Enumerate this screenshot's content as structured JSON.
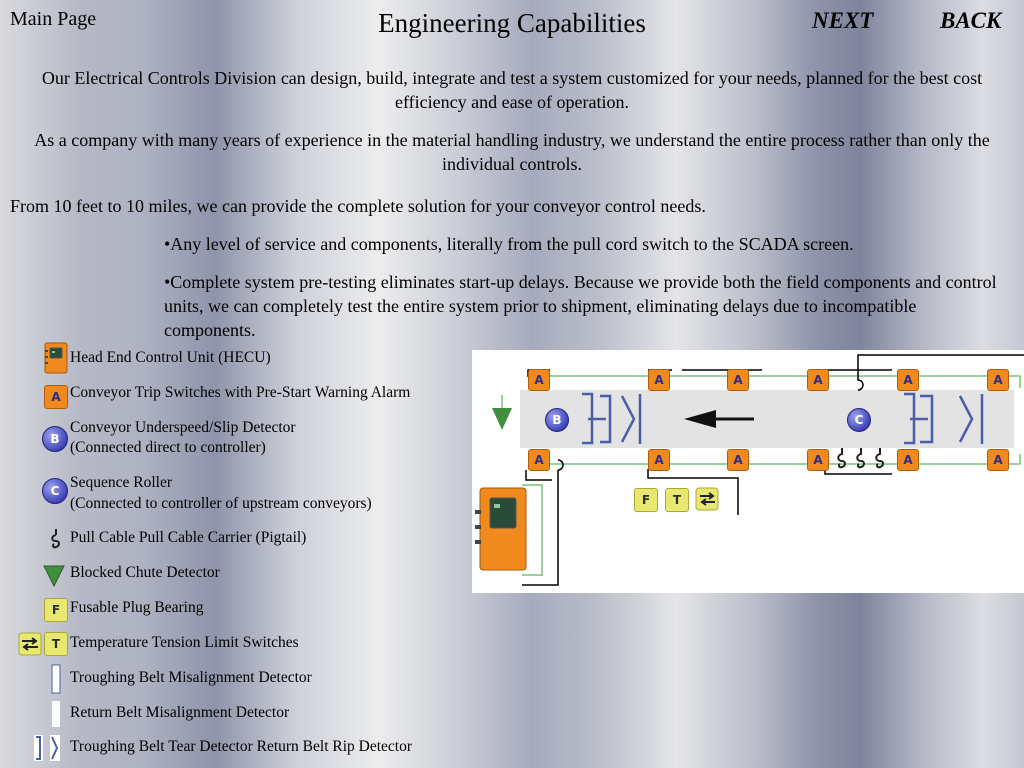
{
  "nav": {
    "main_page": "Main Page",
    "next": "NEXT",
    "back": "BACK"
  },
  "title": "Engineering Capabilities",
  "paragraphs": {
    "p1": "Our Electrical Controls Division can design, build, integrate and test a system customized for your needs, planned for the best cost efficiency and ease of operation.",
    "p2": "As a company with many years of experience in the material handling industry, we understand the entire process rather than only the individual controls.",
    "p3": "From 10 feet to 10 miles, we can provide the complete solution for your conveyor control needs."
  },
  "bullets": {
    "b1": "•Any level of service and components, literally from the pull cord switch to the SCADA screen.",
    "b2": "•Complete system pre-testing eliminates start-up delays. Because we provide both the field components and control units, we can completely test the entire system prior to shipment, eliminating delays due to incompatible components."
  },
  "legend": {
    "hecu": "Head End Control Unit (HECU)",
    "trip": "Conveyor Trip Switches with Pre-Start Warning Alarm",
    "slip_1": " Conveyor Underspeed/Slip Detector",
    "slip_2": "(Connected direct to controller)",
    "roller_1": "Sequence Roller",
    "roller_2": "(Connected to controller of upstream conveyors)",
    "pull": "Pull Cable Pull Cable Carrier (Pigtail)",
    "chute": "Blocked Chute Detector",
    "fusable": "Fusable Plug Bearing",
    "temp": "Temperature Tension Limit Switches",
    "trough": "Troughing Belt Misalignment Detector",
    "return": "Return Belt Misalignment Detector",
    "tear": "Troughing Belt Tear Detector Return Belt Rip Detector"
  },
  "icon_letters": {
    "a": "A",
    "b": "B",
    "c": "C",
    "f": "F",
    "t": "T"
  },
  "colors": {
    "trip_switch": "#f08a1e",
    "fusable_plug": "#e8e870",
    "sequence_roller": "#4a4fc0",
    "chute_detector": "#3f8f3f",
    "wiring_black": "#000000",
    "wiring_green": "#7ac47a"
  }
}
